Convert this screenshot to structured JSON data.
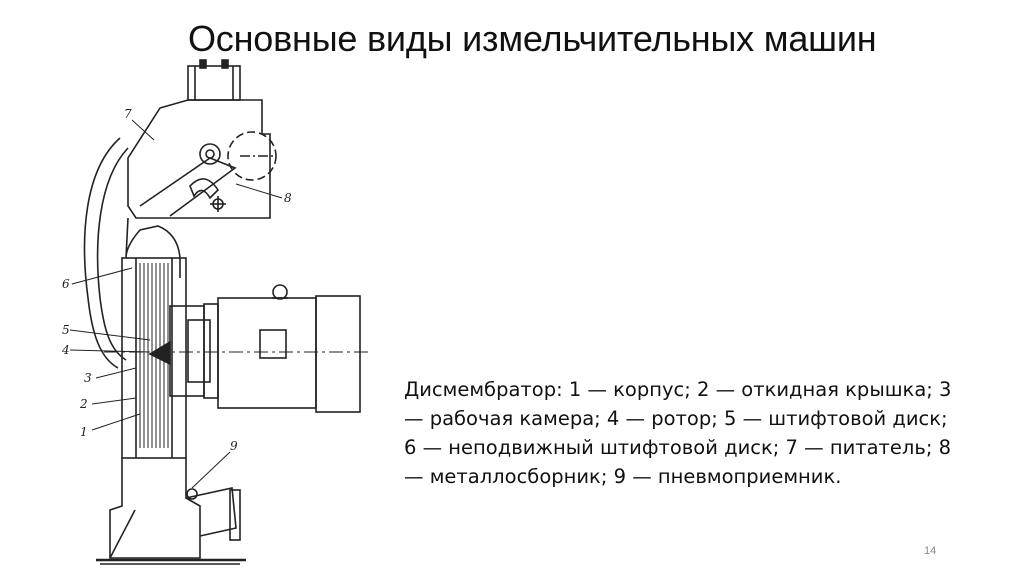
{
  "slide": {
    "title": "Основные виды измельчительных машин",
    "caption": "Дисмембратор: 1 — корпус; 2 — откидная крышка; 3 — рабочая камера; 4 — ротор; 5 — штифтовой диск; 6 — неподвижный штифтовой диск; 7 — питатель; 8 — металлосборник; 9 — пневмоприемник.",
    "page_number": "14"
  },
  "drawing": {
    "labels": [
      "1",
      "2",
      "3",
      "4",
      "5",
      "6",
      "7",
      "8",
      "9"
    ]
  }
}
